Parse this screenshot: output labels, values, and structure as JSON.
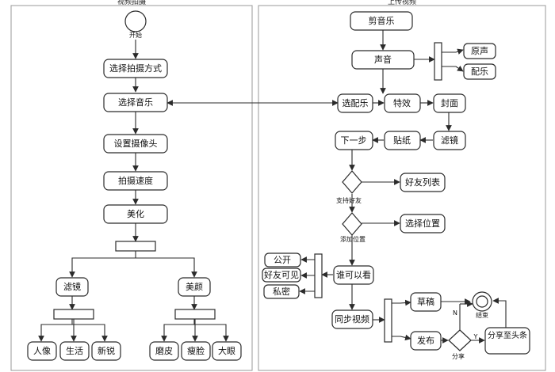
{
  "lanes": {
    "left_title": "视频拍摄",
    "right_title": "上传视频"
  },
  "start_label": "开始",
  "end_label": "结束",
  "nodes": {
    "choose_method": "选择拍摄方式",
    "choose_music": "选择音乐",
    "camera": "设置摄像头",
    "speed": "拍摄速度",
    "beautify": "美化",
    "filter": "滤镜",
    "beauty": "美颜",
    "portrait": "人像",
    "life": "生活",
    "fresh": "新锐",
    "smooth": "磨皮",
    "slim": "瘦脸",
    "bigeye": "大眼",
    "cut_music": "剪音乐",
    "sound": "声音",
    "original": "原声",
    "soundtrack": "配乐",
    "select_bgm": "选配乐",
    "effects": "特效",
    "cover": "封面",
    "filter2": "滤镜",
    "sticker": "贴纸",
    "next": "下一步",
    "friends_list": "好友列表",
    "select_location": "选择位置",
    "visibility": "谁可以看",
    "public": "公开",
    "friends_visible": "好友可见",
    "private": "私密",
    "sync": "同步视频",
    "draft": "草稿",
    "publish": "发布",
    "share_toutiao": "分享至头条"
  },
  "decisions": {
    "support_friends": "支持好友",
    "add_location": "添加位置",
    "share": "分享"
  },
  "guards": {
    "no": "N",
    "yes": "Y"
  }
}
